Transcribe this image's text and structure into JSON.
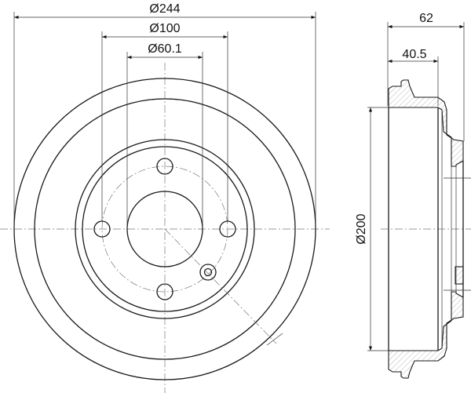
{
  "dimensions": {
    "outer_diameter": "Ø244",
    "bolt_circle": "Ø100",
    "center_bore": "Ø60.1",
    "total_height": "62",
    "inner_depth": "40.5",
    "drum_inner_diameter": "Ø200"
  },
  "colors": {
    "line": "#1a1a1a",
    "background": "#ffffff"
  }
}
